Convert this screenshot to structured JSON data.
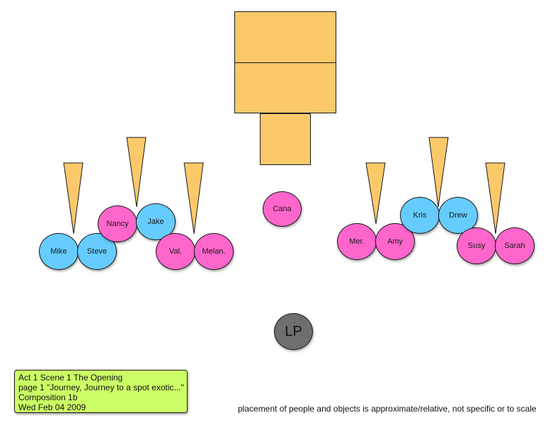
{
  "colors": {
    "block": "#fbc96a",
    "spike": "#fbc96a",
    "person_blue": "#66ccff",
    "person_pink": "#ff66cc",
    "lp": "#6e6e6e",
    "info_box": "#ccff66"
  },
  "people": [
    {
      "name": "Mike",
      "color": "blue"
    },
    {
      "name": "Steve",
      "color": "blue"
    },
    {
      "name": "Nancy",
      "color": "pink"
    },
    {
      "name": "Jake",
      "color": "blue"
    },
    {
      "name": "Val.",
      "color": "pink"
    },
    {
      "name": "Melan.",
      "color": "pink"
    },
    {
      "name": "Cana",
      "color": "pink"
    },
    {
      "name": "Mer.",
      "color": "pink"
    },
    {
      "name": "Amy",
      "color": "pink"
    },
    {
      "name": "Kris",
      "color": "blue"
    },
    {
      "name": "Drew",
      "color": "blue"
    },
    {
      "name": "Susy",
      "color": "pink"
    },
    {
      "name": "Sarah",
      "color": "pink"
    }
  ],
  "lp": {
    "label": "LP"
  },
  "info": {
    "line1": "Act 1 Scene 1 The Opening",
    "line2": "page 1 \"Journey, Journey to a spot exotic...\"",
    "line3": "Composition 1b",
    "line4": "Wed Feb 04 2009"
  },
  "note": "placement of people and objects is approximate/relative, not specific or to scale"
}
